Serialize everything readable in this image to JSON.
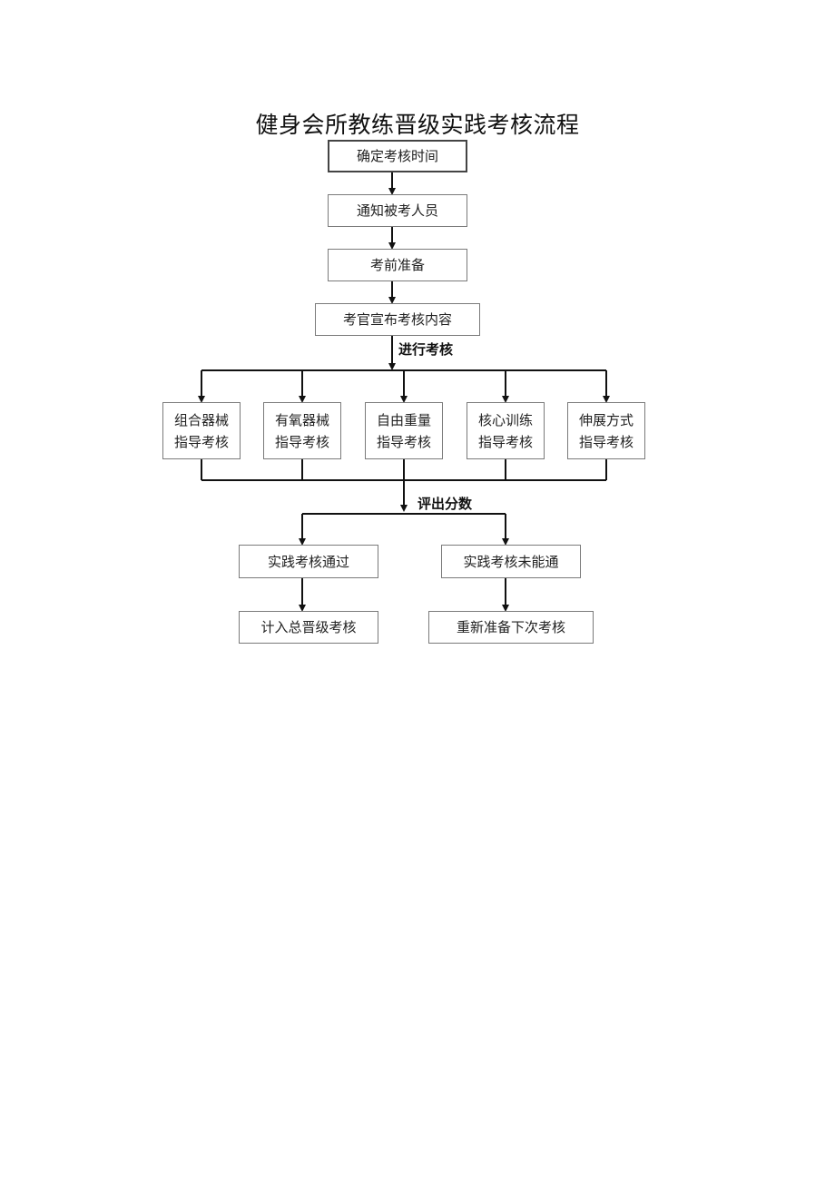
{
  "title": "健身会所教练晋级实践考核流程",
  "steps": {
    "s1": "确定考核时间",
    "s2": "通知被考人员",
    "s3": "考前准备",
    "s4": "考官宣布考核内容"
  },
  "labels": {
    "conduct": "进行考核",
    "score": "评出分数"
  },
  "categories": [
    {
      "line1": "组合器械",
      "line2": "指导考核"
    },
    {
      "line1": "有氧器械",
      "line2": "指导考核"
    },
    {
      "line1": "自由重量",
      "line2": "指导考核"
    },
    {
      "line1": "核心训练",
      "line2": "指导考核"
    },
    {
      "line1": "伸展方式",
      "line2": "指导考核"
    }
  ],
  "results": {
    "pass": "实践考核通过",
    "fail": "实践考核未能通",
    "pass_next": "计入总晋级考核",
    "fail_next": "重新准备下次考核"
  }
}
